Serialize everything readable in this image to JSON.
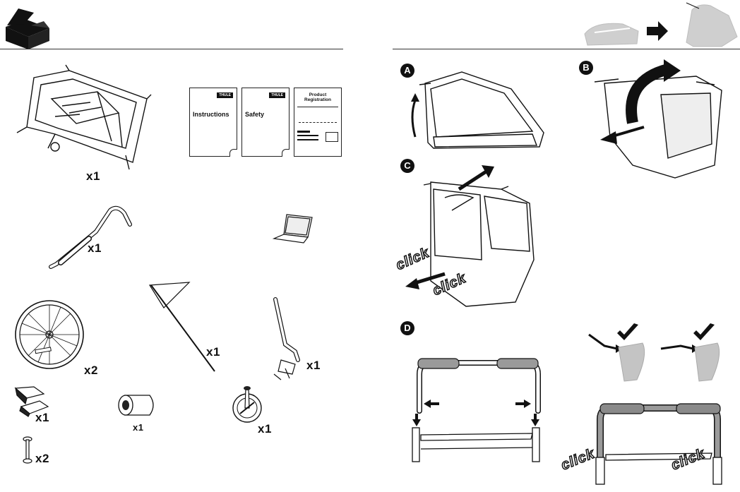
{
  "docs": {
    "instructions": "Instructions",
    "safety": "Safety",
    "registration": "Product\nRegistration",
    "brand": "THULE"
  },
  "quantities": {
    "trailer": "x1",
    "handlebar": "x1",
    "flag": "x1",
    "wheels": "x2",
    "tow_arm": "x1",
    "clips": "x1",
    "roll": "x1",
    "hitch": "x1",
    "bolts": "x2"
  },
  "steps": {
    "a": "A",
    "b": "B",
    "c": "C",
    "d": "D"
  },
  "click_text": "click",
  "colors": {
    "ink": "#111111",
    "gray": "#bdbdbd",
    "gray_dark": "#8a8a8a"
  }
}
